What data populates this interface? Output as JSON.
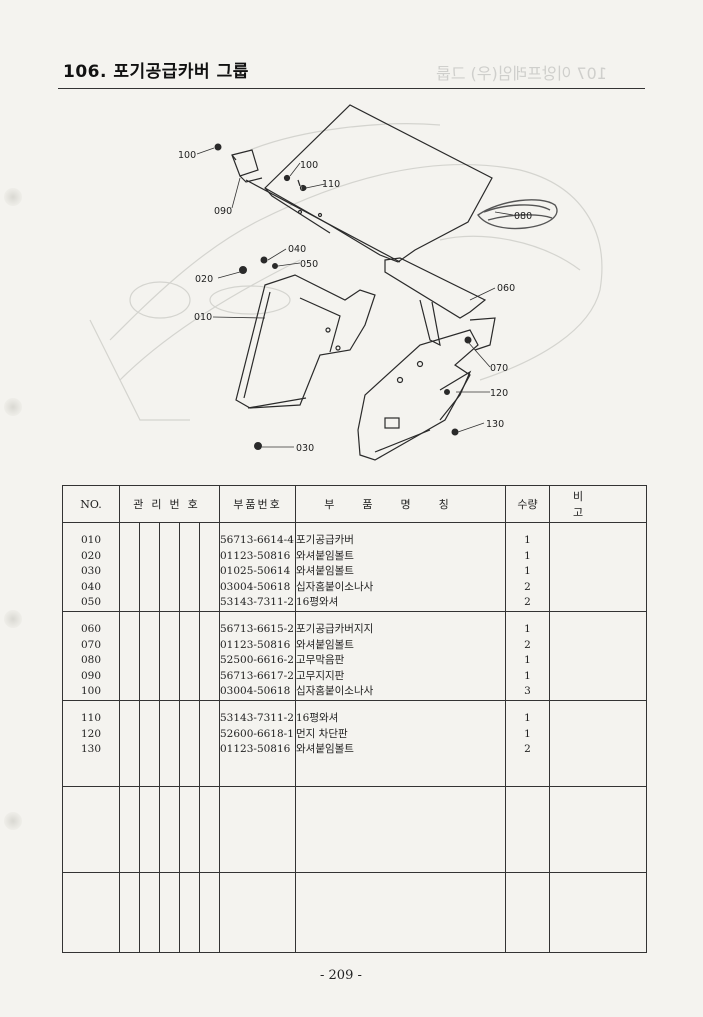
{
  "header": {
    "title": "106. 포기공급카버 그룹"
  },
  "diagram_labels": {
    "l100a": "100",
    "l100b": "100",
    "l110": "110",
    "l090": "090",
    "l080": "080",
    "l040": "040",
    "l050": "050",
    "l020": "020",
    "l060": "060",
    "l010": "010",
    "l070": "070",
    "l120": "120",
    "l130": "130",
    "l030": "030"
  },
  "table": {
    "headers": {
      "no": "NO.",
      "mgmt": "관리번호",
      "part_no": "부품번호",
      "name": "부품명칭",
      "qty": "수량",
      "note": "비고"
    },
    "groups": [
      {
        "no": [
          "010",
          "020",
          "030",
          "040",
          "050"
        ],
        "part_no": [
          "56713-6614-4",
          "01123-50816",
          "01025-50614",
          "03004-50618",
          "53143-7311-2"
        ],
        "name": [
          "포기공급카버",
          "와셔붙임볼트",
          "와셔붙임볼트",
          "십자홈붙이소나사",
          "16평와셔"
        ],
        "qty": [
          "1",
          "1",
          "1",
          "2",
          "2"
        ]
      },
      {
        "no": [
          "060",
          "070",
          "080",
          "090",
          "100"
        ],
        "part_no": [
          "56713-6615-2",
          "01123-50816",
          "52500-6616-2",
          "56713-6617-2",
          "03004-50618"
        ],
        "name": [
          "포기공급카버지지",
          "와셔붙임볼트",
          "고무막음판",
          "고무지지판",
          "십자홈붙이소나사"
        ],
        "qty": [
          "1",
          "2",
          "1",
          "1",
          "3"
        ]
      },
      {
        "no": [
          "110",
          "120",
          "130"
        ],
        "part_no": [
          "53143-7311-2",
          "52600-6618-1",
          "01123-50816"
        ],
        "name": [
          "16평와셔",
          "먼지 차단판",
          "와셔붙임볼트"
        ],
        "qty": [
          "1",
          "1",
          "2"
        ]
      }
    ]
  },
  "footer": {
    "page_number": "- 209 -"
  }
}
